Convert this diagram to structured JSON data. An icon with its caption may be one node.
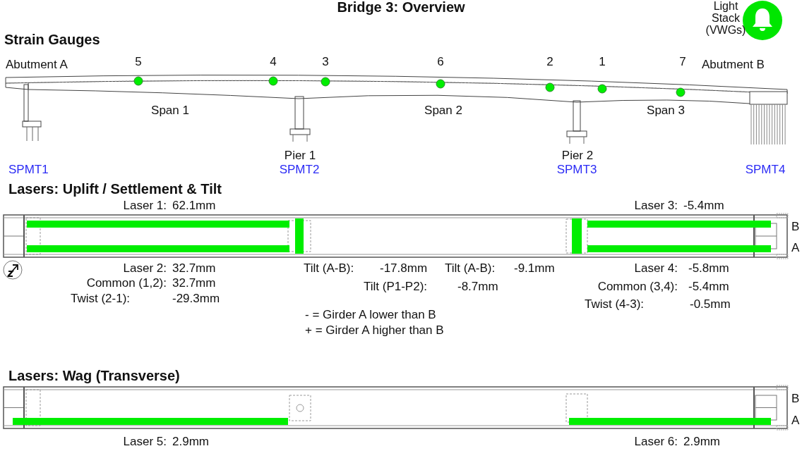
{
  "diagram": {
    "title": "Bridge 3: Overview",
    "labels": [
      "Light Stack (VWGs)",
      "Strain Gauges",
      "Abutment A",
      "5",
      "4",
      "3",
      "6",
      "2",
      "1",
      "7",
      "Abutment B",
      "Span 1",
      "Span 2",
      "Span 3",
      "Pier 1",
      "Pier 2",
      "SPMT1",
      "SPMT2",
      "SPMT3",
      "SPMT4",
      "Lasers: Uplift / Settlement & Tilt",
      "Laser 1:",
      "62.1mm",
      "Laser 3:",
      "-5.4mm",
      "B",
      "A",
      "Laser 2:",
      "32.7mm",
      "Tilt (A-B):",
      "-17.8mm",
      "Tilt (A-B):",
      "-9.1mm",
      "Laser 4:",
      "-5.8mm",
      "Common (1,2):",
      "32.7mm",
      "Tilt (P1-P2):",
      "-8.7mm",
      "Common (3,4):",
      "-5.4mm",
      "Twist (2-1):",
      "-29.3mm",
      "Twist (4-3):",
      "-0.5mm",
      "- = Girder A lower than B",
      "+ = Girder A higher than B",
      "Lasers: Wag (Transverse)",
      "B",
      "A",
      "Laser 5:",
      "2.9mm",
      "Laser 6:",
      "2.9mm"
    ]
  }
}
